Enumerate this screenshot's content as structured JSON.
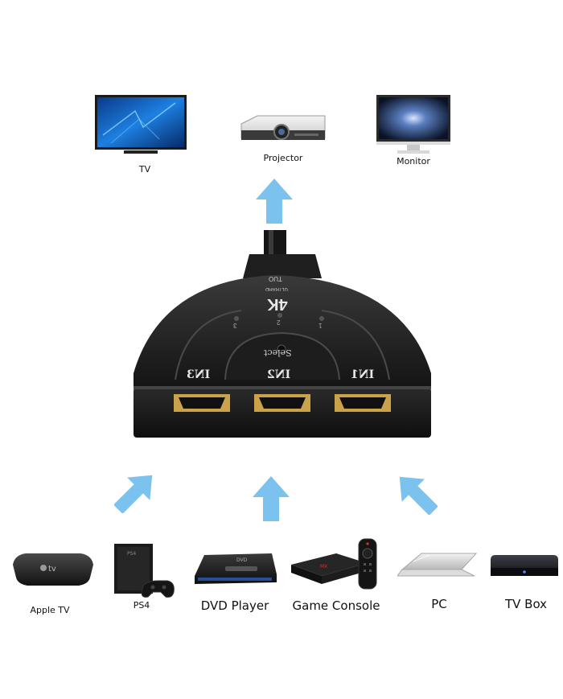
{
  "outputs": [
    {
      "label": "TV",
      "icon": "tv-icon"
    },
    {
      "label": "Projector",
      "icon": "projector-icon"
    },
    {
      "label": "Monitor",
      "icon": "monitor-icon"
    }
  ],
  "switch": {
    "port_labels": [
      "IN3",
      "IN2",
      "IN1"
    ],
    "led_labels": [
      "3",
      "2",
      "1"
    ],
    "select_label": "Select",
    "out_label": "OUT",
    "brand": "4K",
    "brand_sub": "ULTRAHD"
  },
  "inputs": [
    {
      "label": "Apple TV",
      "icon": "apple-tv-icon"
    },
    {
      "label": "PS4",
      "icon": "ps4-icon"
    },
    {
      "label": "DVD Player",
      "icon": "dvd-player-icon"
    },
    {
      "label": "Game Console",
      "icon": "game-console-icon"
    },
    {
      "label": "PC",
      "icon": "laptop-icon"
    },
    {
      "label": "TV Box",
      "icon": "tv-box-icon"
    }
  ],
  "colors": {
    "arrow": "#7cc2ee",
    "device": "#1c1c1c",
    "gold": "#c9a24a"
  }
}
